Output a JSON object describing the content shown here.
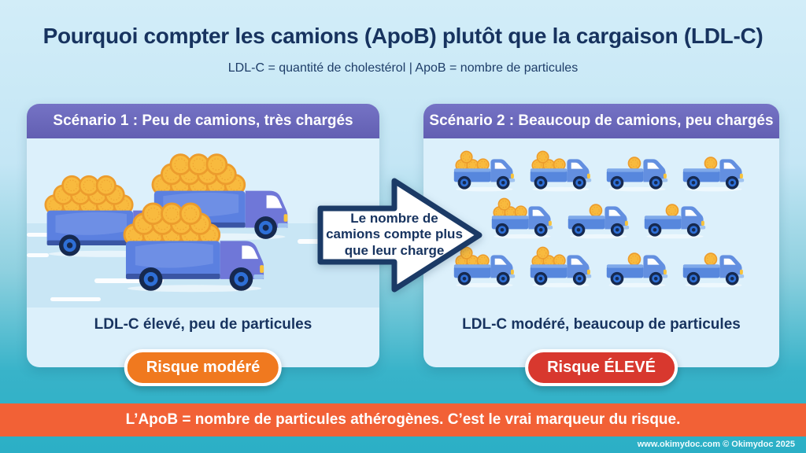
{
  "header": {
    "title": "Pourquoi compter les camions (ApoB) plutôt que la cargaison (LDL-C)",
    "subtitle": "LDL-C = quantité de cholestérol | ApoB = nombre de particules"
  },
  "left_panel": {
    "header": "Scénario 1 : Peu de camions, très chargés",
    "caption": "LDL-C élevé, peu de particules",
    "badge": "Risque modéré",
    "badge_color": "#f0791f",
    "truck_count": 3
  },
  "right_panel": {
    "header": "Scénario 2 : Beaucoup de camions, peu chargés",
    "caption": "LDL-C modéré, beaucoup de particules",
    "badge": "Risque ÉLEVÉ",
    "badge_color": "#d8382e",
    "truck_rows": [
      [
        4,
        4,
        1,
        1
      ],
      [
        4,
        1,
        1
      ],
      [
        4,
        4,
        1,
        1
      ]
    ]
  },
  "arrow": {
    "line1": "Le nombre de",
    "line2": "camions compte plus",
    "line3": "que leur charge"
  },
  "banner": {
    "text": "L’ApoB = nombre de particules athérogènes. C’est le vrai marqueur du risque."
  },
  "footer": {
    "credit": "www.okimydoc.com © Okimydoc 2025"
  },
  "colors": {
    "title_navy": "#17335f",
    "panel_header_purple": "#6a67ba",
    "panel_body": "#dcf0fb",
    "banner_orange": "#f26136",
    "badge_orange": "#f0791f",
    "badge_red": "#d8382e",
    "arrow_border_navy": "#1b3a66",
    "truck_body_blue": "#5b80e0",
    "truck_cab_blue": "#6f77d8",
    "small_truck_bed": "#5787dd",
    "small_truck_cab": "#638fe0",
    "coin_gold": "#f8ba3e",
    "coin_edge": "#ec9c2d",
    "headlight_yellow": "#f8c33c",
    "wheel_navy": "#16294f",
    "wheel_ring_blue": "#2e6fd6",
    "background_top": "#cfecf8",
    "background_bottom": "#2bafc6"
  }
}
